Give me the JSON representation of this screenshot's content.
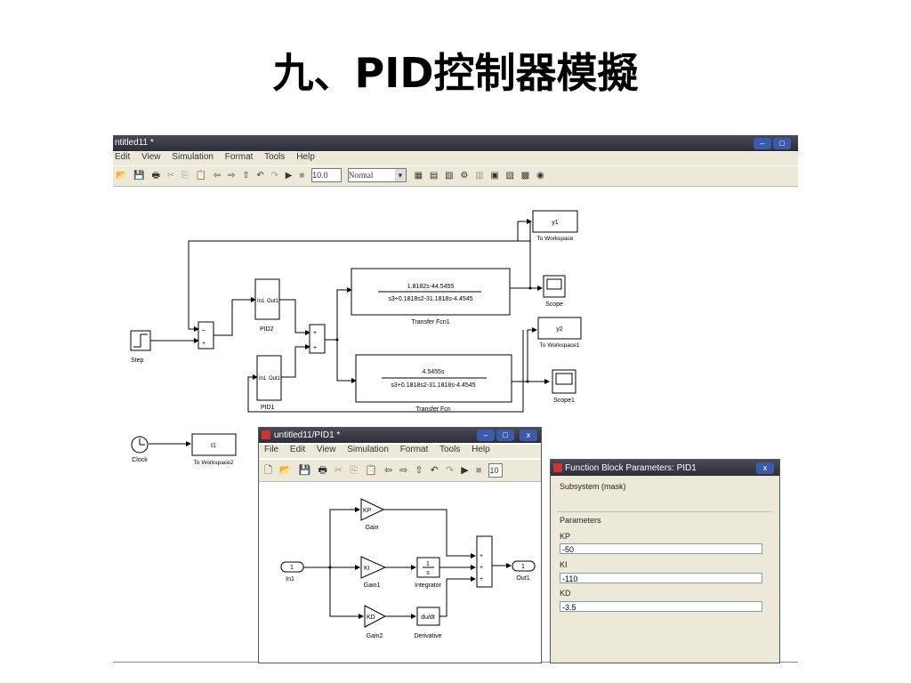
{
  "slide": {
    "title": "九、PID控制器模擬"
  },
  "main_window": {
    "title": "ntitled11 *",
    "menu": [
      "Edit",
      "View",
      "Simulation",
      "Format",
      "Tools",
      "Help"
    ],
    "stop_time": "10.0",
    "sim_mode": "Normal",
    "blocks": {
      "y1": "y1",
      "to_workspace": "To Workspace",
      "scope": "Scope",
      "tf1_num": "1.8182s-44.5455",
      "tf1_den": "s3+0.1818s2-31.1818s-4.4545",
      "tf1_label": "Transfer Fcn1",
      "pid2_in": "In1",
      "pid2_out": "Out1",
      "pid2_label": "PID2",
      "y2": "y2",
      "to_workspace1": "To Workspace1",
      "step_label": "Step",
      "tf_num": "4.5455s",
      "tf_den": "s3+0.1818s2-31.1818s-4.4545",
      "tf_label": "Transfer Fcn",
      "pid1_in": "In1",
      "pid1_out": "Out1",
      "pid1_label": "PID1",
      "scope1": "Scope1",
      "clock_label": "Clock",
      "t1": "t1",
      "to_workspace2": "To Workspace2"
    }
  },
  "sub_window": {
    "title": "untitled11/PID1 *",
    "menu": [
      "File",
      "Edit",
      "View",
      "Simulation",
      "Format",
      "Tools",
      "Help"
    ],
    "stop_time": "10",
    "blocks": {
      "in1": "1",
      "in1_label": "In1",
      "kp": "KP",
      "gain_label": "Gain",
      "ki": "KI",
      "gain1_label": "Gain1",
      "kd": "KD",
      "gain2_label": "Gain2",
      "int_num": "1",
      "int_den": "s",
      "int_label": "Integrator",
      "deriv": "du/dt",
      "deriv_label": "Derivative",
      "out1": "1",
      "out1_label": "Out1"
    }
  },
  "dialog": {
    "title": "Function Block Parameters: PID1",
    "subsystem": "Subsystem (mask)",
    "parameters": "Parameters",
    "kp_label": "KP",
    "kp_value": "-50",
    "ki_label": "KI",
    "ki_value": "-110",
    "kd_label": "KD",
    "kd_value": "-3.5"
  },
  "colors": {
    "titlebar": "#3a3a4a",
    "titlebar_active": "#0a246a",
    "close": "#c8442c"
  }
}
